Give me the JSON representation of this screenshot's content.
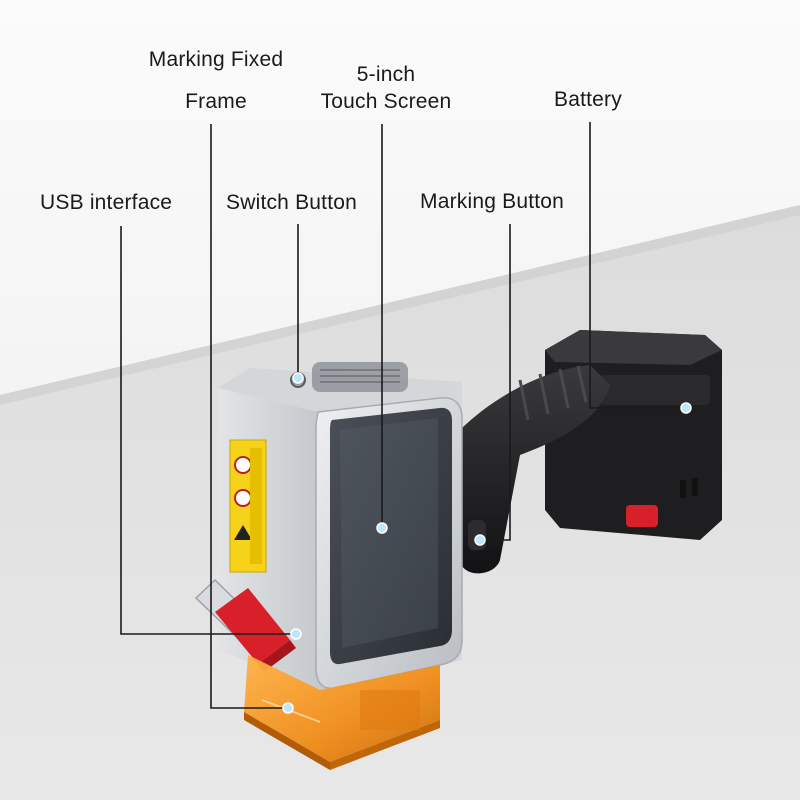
{
  "callouts": {
    "marking_fixed_frame": {
      "line1": "Marking Fixed",
      "line2": "Frame"
    },
    "touch_screen": {
      "line1": "5-inch",
      "line2": "Touch Screen"
    },
    "battery": "Battery",
    "usb_interface": "USB interface",
    "switch_button": "Switch Button",
    "marking_button": "Marking Button"
  },
  "colors": {
    "leader_line": "#1a1a1a",
    "dot": "#bfe6ff",
    "frame_orange": "#f08a16",
    "usb_red": "#d8202a",
    "device_silver": "#c9ccd0",
    "screen": "#3a3f46",
    "handle": "#1c1c1e"
  },
  "icons": [
    "laser-warning-label",
    "speaker-grille",
    "red-release-button"
  ]
}
